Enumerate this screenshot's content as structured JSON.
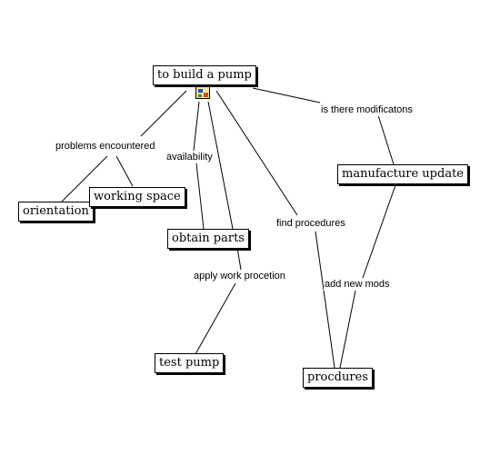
{
  "concepts": {
    "build_pump": "to build a pump",
    "orientation": "orientation",
    "working_space": "working space",
    "obtain_parts": "obtain parts",
    "manufacture_update": "manufacture update",
    "test_pump": "test pump",
    "procedures": "procdures"
  },
  "links": {
    "problems": "problems encountered",
    "modifications": "is there modificatons",
    "availability": "availability",
    "find_procedures": "find procedures",
    "work_procetion": "apply work procetion",
    "new_mods": "add new mods"
  },
  "icons": {
    "resource": "image-resource-icon"
  },
  "colors": {
    "line": "#000000",
    "node_border": "#000000",
    "background": "#ffffff"
  }
}
